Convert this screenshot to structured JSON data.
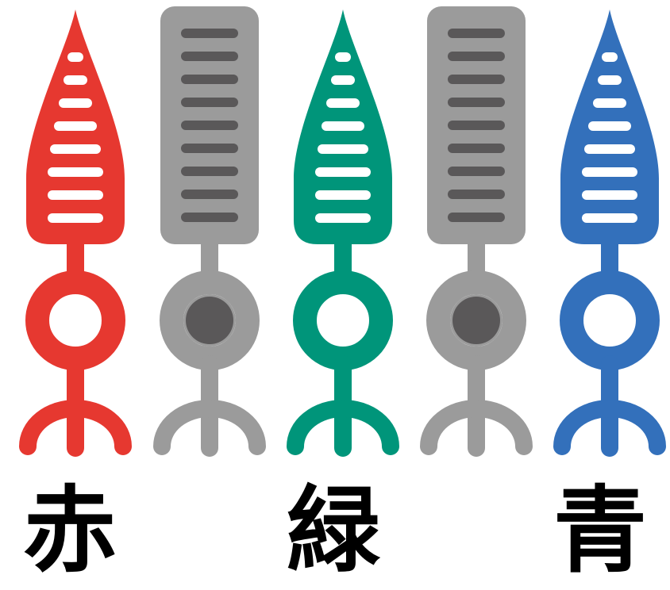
{
  "labels": {
    "red": "赤",
    "green": "緑",
    "blue": "青"
  },
  "colors": {
    "red_cone": "#e63830",
    "green_cone": "#00957a",
    "blue_cone": "#3370bb",
    "rod_body": "#9b9b9b",
    "rod_detail": "#5a5859",
    "background": "#ffffff",
    "label_text": "#000000"
  },
  "cells": [
    {
      "kind": "cone",
      "name": "red-cone",
      "color_key": "red_cone"
    },
    {
      "kind": "rod",
      "name": "rod-1",
      "color_key": "rod_body"
    },
    {
      "kind": "cone",
      "name": "green-cone",
      "color_key": "green_cone"
    },
    {
      "kind": "rod",
      "name": "rod-2",
      "color_key": "rod_body"
    },
    {
      "kind": "cone",
      "name": "blue-cone",
      "color_key": "blue_cone"
    }
  ]
}
